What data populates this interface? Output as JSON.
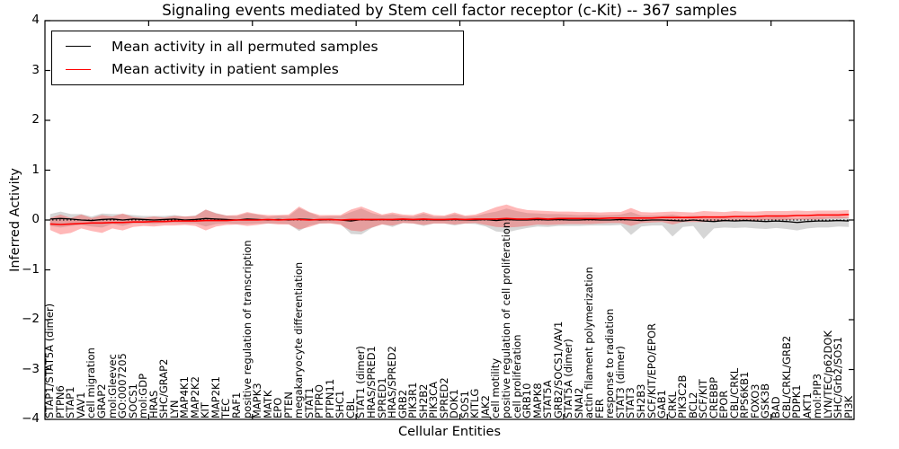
{
  "figure": {
    "title": "Signaling events mediated by Stem cell factor receptor (c-Kit) -- 367 samples",
    "xlabel": "Cellular Entities",
    "ylabel": "Inferred Activity"
  },
  "legend": {
    "items": [
      {
        "label": "Mean activity in all permuted samples",
        "color": "#000000"
      },
      {
        "label": "Mean activity in patient samples",
        "color": "#ff0000"
      }
    ]
  },
  "chart_data": {
    "type": "line",
    "title": "Signaling events mediated by Stem cell factor receptor (c-Kit) -- 367 samples",
    "xlabel": "Cellular Entities",
    "ylabel": "Inferred Activity",
    "ylim": [
      -4,
      4
    ],
    "yticks": [
      4,
      3,
      2,
      1,
      0,
      -1,
      -2,
      -3,
      -4
    ],
    "xtick_step": 10,
    "grid": false,
    "legend_position": "upper left",
    "zero_line": "black dashed line at y=0 across full width",
    "categories": [
      "STAP1/STAT5A (dimer)",
      "PTPN6",
      "STAP1",
      "VAV1",
      "cell migration",
      "GRAP2",
      "mol:Gleevec",
      "GO:0007205",
      "SOCS1",
      "mol:GDP",
      "HRAS",
      "SHC/GRAP2",
      "LYN",
      "MAP4K1",
      "MAP2K2",
      "KIT",
      "MAP2K1",
      "TEC",
      "RAF1",
      "positive regulation of transcription",
      "MAPK3",
      "MATK",
      "EPO",
      "PTEN",
      "megakaryocyte differentiation",
      "STAT1",
      "PTPRO",
      "PTPN11",
      "SHC1",
      "CBL",
      "STAT1 (dimer)",
      "HRAS/SPRED1",
      "SPRED1",
      "HRAS/SPRED2",
      "GRB2",
      "PIK3R1",
      "SH2B2",
      "PIK3CA",
      "SPRED2",
      "DOK1",
      "SOS1",
      "KITLG",
      "JAK2",
      "cell motility",
      "positive regulation of cell proliferation",
      "cell proliferation",
      "GRB10",
      "MAPK8",
      "STAT5A",
      "GRB2/SOCS1/VAV1",
      "STAT5A (dimer)",
      "SNAI2",
      "actin filament polymerization",
      "FER",
      "response to radiation",
      "STAT3 (dimer)",
      "STAT3",
      "SH2B3",
      "SCF/KIT/EPO/EPOR",
      "GAB1",
      "CRKL",
      "PIK3C2B",
      "BCL2",
      "SCF/KIT",
      "CREBBP",
      "EPOR",
      "CBL/CRKL",
      "RPS6KB1",
      "FOXO3",
      "GSK3B",
      "BAD",
      "CBL/CRKL/GRB2",
      "PDPK1",
      "AKT1",
      "mol:PIP3",
      "LYN/TEC/p62DOK",
      "SHC/Grb2/SOS1",
      "PI3K"
    ],
    "series": [
      {
        "name": "Mean activity in all permuted samples",
        "color": "#000000",
        "style": "solid",
        "width": 1.3,
        "values": [
          0.02,
          0.03,
          0.02,
          0.0,
          -0.01,
          0.01,
          0.02,
          0.0,
          0.02,
          0.01,
          0.0,
          0.01,
          0.02,
          0.0,
          0.01,
          0.03,
          0.02,
          0.01,
          0.0,
          0.02,
          0.01,
          0.0,
          0.01,
          0.0,
          0.02,
          0.01,
          0.0,
          0.01,
          0.0,
          -0.02,
          0.01,
          0.0,
          0.01,
          0.0,
          0.01,
          0.0,
          0.01,
          0.0,
          0.0,
          0.01,
          0.0,
          0.0,
          0.01,
          -0.01,
          0.01,
          0.0,
          0.0,
          0.01,
          0.0,
          0.01,
          0.0,
          0.0,
          0.01,
          0.0,
          0.0,
          0.01,
          0.0,
          -0.01,
          0.0,
          0.0,
          -0.01,
          -0.02,
          0.0,
          -0.02,
          -0.03,
          -0.01,
          -0.02,
          -0.01,
          -0.02,
          -0.03,
          -0.02,
          -0.03,
          -0.05,
          -0.03,
          -0.02,
          -0.02,
          -0.01,
          -0.02
        ]
      },
      {
        "name": "Mean activity in patient samples",
        "color": "#ff0000",
        "style": "solid",
        "width": 1.6,
        "values": [
          -0.08,
          -0.09,
          -0.08,
          -0.07,
          -0.06,
          -0.06,
          -0.05,
          -0.05,
          -0.04,
          -0.04,
          -0.03,
          -0.03,
          -0.02,
          -0.02,
          -0.02,
          -0.01,
          -0.01,
          -0.01,
          0.0,
          0.0,
          0.0,
          0.01,
          0.0,
          0.01,
          0.01,
          0.0,
          0.01,
          0.01,
          0.0,
          0.01,
          0.01,
          0.01,
          0.01,
          0.01,
          0.02,
          0.01,
          0.02,
          0.01,
          0.01,
          0.02,
          0.01,
          0.02,
          0.02,
          0.02,
          0.03,
          0.02,
          0.02,
          0.03,
          0.02,
          0.03,
          0.03,
          0.03,
          0.03,
          0.03,
          0.04,
          0.04,
          0.04,
          0.04,
          0.04,
          0.05,
          0.05,
          0.05,
          0.05,
          0.06,
          0.06,
          0.06,
          0.07,
          0.07,
          0.07,
          0.08,
          0.08,
          0.08,
          0.09,
          0.09,
          0.1,
          0.1,
          0.1,
          0.11
        ]
      }
    ],
    "bands": [
      {
        "name": "permuted-samples-band",
        "color": "#999999",
        "opacity": 0.4,
        "upper": [
          0.12,
          0.17,
          0.12,
          0.12,
          0.07,
          0.13,
          0.12,
          0.12,
          0.1,
          0.08,
          0.08,
          0.08,
          0.1,
          0.07,
          0.09,
          0.21,
          0.14,
          0.09,
          0.08,
          0.14,
          0.11,
          0.07,
          0.09,
          0.08,
          0.24,
          0.15,
          0.07,
          0.08,
          0.08,
          0.16,
          0.23,
          0.14,
          0.09,
          0.12,
          0.08,
          0.07,
          0.13,
          0.07,
          0.07,
          0.12,
          0.07,
          0.08,
          0.13,
          0.17,
          0.23,
          0.18,
          0.14,
          0.13,
          0.12,
          0.12,
          0.11,
          0.1,
          0.11,
          0.1,
          0.1,
          0.11,
          0.16,
          0.09,
          0.09,
          0.09,
          0.11,
          0.07,
          0.09,
          0.08,
          0.06,
          0.08,
          0.07,
          0.07,
          0.06,
          0.05,
          0.06,
          0.05,
          0.04,
          0.05,
          0.06,
          0.06,
          0.07,
          0.06
        ],
        "lower": [
          -0.12,
          -0.15,
          -0.12,
          -0.1,
          -0.13,
          -0.15,
          -0.08,
          -0.12,
          -0.07,
          -0.07,
          -0.08,
          -0.06,
          -0.06,
          -0.07,
          -0.07,
          -0.13,
          -0.08,
          -0.07,
          -0.08,
          -0.08,
          -0.07,
          -0.07,
          -0.07,
          -0.08,
          -0.22,
          -0.11,
          -0.07,
          -0.06,
          -0.08,
          -0.28,
          -0.29,
          -0.16,
          -0.08,
          -0.14,
          -0.06,
          -0.07,
          -0.12,
          -0.07,
          -0.07,
          -0.11,
          -0.07,
          -0.08,
          -0.13,
          -0.23,
          -0.25,
          -0.2,
          -0.16,
          -0.13,
          -0.14,
          -0.12,
          -0.12,
          -0.12,
          -0.11,
          -0.11,
          -0.11,
          -0.1,
          -0.3,
          -0.13,
          -0.11,
          -0.11,
          -0.33,
          -0.14,
          -0.12,
          -0.38,
          -0.17,
          -0.15,
          -0.16,
          -0.15,
          -0.17,
          -0.18,
          -0.16,
          -0.18,
          -0.21,
          -0.17,
          -0.15,
          -0.15,
          -0.13,
          -0.14
        ]
      },
      {
        "name": "patient-samples-band",
        "color": "#ff4444",
        "opacity": 0.38,
        "upper": [
          0.04,
          0.11,
          0.04,
          0.11,
          0.04,
          0.1,
          0.07,
          0.13,
          0.06,
          0.04,
          0.07,
          0.05,
          0.08,
          0.07,
          0.08,
          0.21,
          0.13,
          0.09,
          0.1,
          0.16,
          0.12,
          0.1,
          0.1,
          0.11,
          0.27,
          0.16,
          0.1,
          0.1,
          0.1,
          0.21,
          0.27,
          0.19,
          0.11,
          0.15,
          0.11,
          0.1,
          0.16,
          0.1,
          0.09,
          0.15,
          0.09,
          0.11,
          0.18,
          0.26,
          0.31,
          0.24,
          0.2,
          0.19,
          0.18,
          0.17,
          0.17,
          0.16,
          0.16,
          0.15,
          0.16,
          0.16,
          0.24,
          0.16,
          0.15,
          0.16,
          0.17,
          0.16,
          0.15,
          0.18,
          0.17,
          0.16,
          0.18,
          0.17,
          0.17,
          0.18,
          0.18,
          0.18,
          0.19,
          0.18,
          0.19,
          0.19,
          0.19,
          0.2
        ],
        "lower": [
          -0.2,
          -0.29,
          -0.26,
          -0.17,
          -0.22,
          -0.26,
          -0.17,
          -0.21,
          -0.14,
          -0.12,
          -0.13,
          -0.11,
          -0.11,
          -0.1,
          -0.12,
          -0.21,
          -0.13,
          -0.1,
          -0.09,
          -0.12,
          -0.1,
          -0.07,
          -0.09,
          -0.09,
          -0.19,
          -0.14,
          -0.07,
          -0.07,
          -0.1,
          -0.21,
          -0.23,
          -0.15,
          -0.09,
          -0.11,
          -0.06,
          -0.07,
          -0.1,
          -0.07,
          -0.07,
          -0.09,
          -0.07,
          -0.06,
          -0.1,
          -0.14,
          -0.15,
          -0.14,
          -0.12,
          -0.09,
          -0.1,
          -0.09,
          -0.08,
          -0.08,
          -0.08,
          -0.07,
          -0.06,
          -0.06,
          -0.12,
          -0.06,
          -0.05,
          -0.04,
          -0.09,
          -0.04,
          -0.04,
          -0.04,
          -0.03,
          -0.03,
          -0.02,
          -0.01,
          -0.01,
          0.0,
          0.0,
          0.0,
          0.01,
          0.01,
          0.01,
          0.03,
          0.03,
          0.04
        ]
      }
    ]
  }
}
